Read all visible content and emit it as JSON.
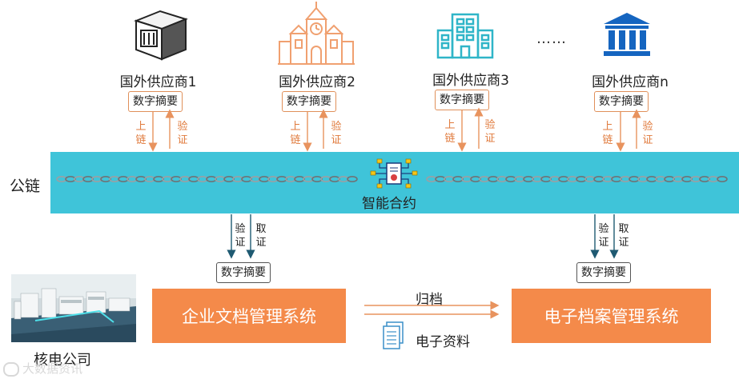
{
  "suppliers": [
    {
      "label": "国外供应商1",
      "icon": "bank-safe-icon",
      "color": "#333333"
    },
    {
      "label": "国外供应商2",
      "icon": "clock-tower-building-icon",
      "color": "#f0a070"
    },
    {
      "label": "国外供应商3",
      "icon": "office-building-icon",
      "color": "#2fb5c8"
    },
    {
      "label": "国外供应商n",
      "icon": "bank-columns-icon",
      "color": "#1565c0"
    }
  ],
  "ellipsis": "……",
  "digest_label": "数字摘要",
  "upload_chars": [
    "上",
    "链"
  ],
  "verify_chars": [
    "验",
    "证"
  ],
  "fetch_chars": [
    "取",
    "证"
  ],
  "chain": {
    "label": "公链",
    "contract_label": "智能合约",
    "color": "#3fc4d9"
  },
  "enterprise_system": "企业文档管理系统",
  "archive_system": "电子档案管理系统",
  "archive_label": "归档",
  "electronic_data": "电子资料",
  "plant_label": "核电公司",
  "watermark": "大数据资讯",
  "colors": {
    "accent": "#f48a4a",
    "arrow_orange": "#e8935e",
    "arrow_dark": "#1f5a72"
  }
}
